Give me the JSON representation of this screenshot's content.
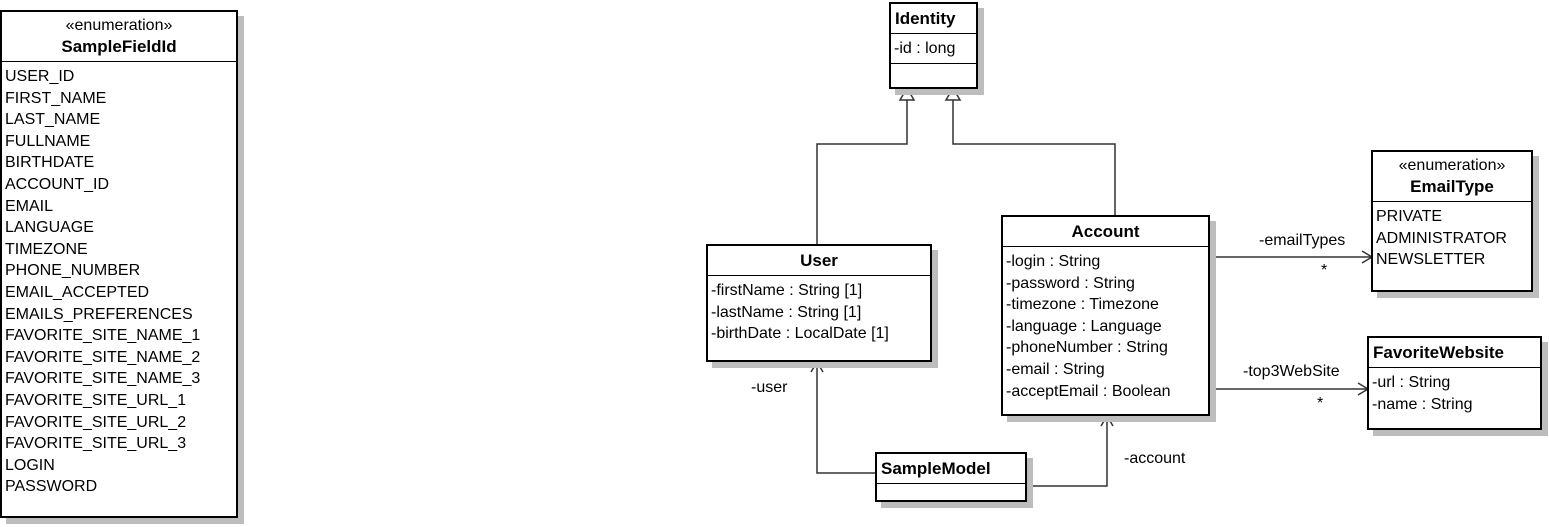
{
  "diagram": {
    "classes": {
      "sample_field_id": {
        "stereotype": "«enumeration»",
        "name": "SampleFieldId",
        "literals": [
          "USER_ID",
          "FIRST_NAME",
          "LAST_NAME",
          "FULLNAME",
          "BIRTHDATE",
          "ACCOUNT_ID",
          "EMAIL",
          "LANGUAGE",
          "TIMEZONE",
          "PHONE_NUMBER",
          "EMAIL_ACCEPTED",
          "EMAILS_PREFERENCES",
          "FAVORITE_SITE_NAME_1",
          "FAVORITE_SITE_NAME_2",
          "FAVORITE_SITE_NAME_3",
          "FAVORITE_SITE_URL_1",
          "FAVORITE_SITE_URL_2",
          "FAVORITE_SITE_URL_3",
          "LOGIN",
          "PASSWORD"
        ]
      },
      "identity": {
        "name": "Identity",
        "attributes": [
          "-id : long"
        ]
      },
      "user": {
        "name": "User",
        "attributes": [
          "-firstName : String [1]",
          "-lastName : String [1]",
          "-birthDate : LocalDate [1]"
        ]
      },
      "account": {
        "name": "Account",
        "attributes": [
          "-login : String",
          "-password : String",
          "-timezone : Timezone",
          "-language : Language",
          "-phoneNumber : String",
          "-email : String",
          "-acceptEmail : Boolean"
        ]
      },
      "email_type": {
        "stereotype": "«enumeration»",
        "name": "EmailType",
        "literals": [
          "PRIVATE",
          "ADMINISTRATOR",
          "NEWSLETTER"
        ]
      },
      "favorite_website": {
        "name": "FavoriteWebsite",
        "attributes": [
          "-url : String",
          "-name : String"
        ]
      },
      "sample_model": {
        "name": "SampleModel"
      }
    },
    "associations": {
      "email_types": {
        "role": "-emailTypes",
        "multiplicity": "*"
      },
      "top3_web_site": {
        "role": "-top3WebSite",
        "multiplicity": "*"
      },
      "user": {
        "role": "-user"
      },
      "account": {
        "role": "-account"
      }
    }
  }
}
